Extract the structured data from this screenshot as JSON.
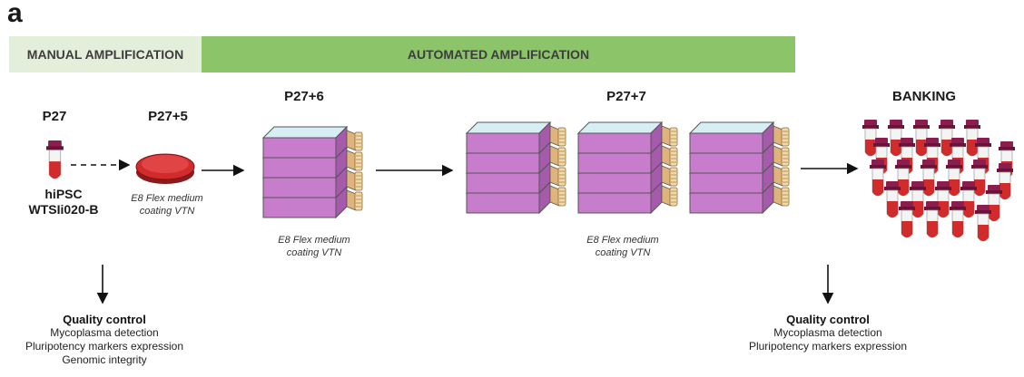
{
  "panel_letter": "a",
  "bands": {
    "manual": "MANUAL AMPLIFICATION",
    "automated": "AUTOMATED AMPLIFICATION"
  },
  "stages": {
    "p27": "P27",
    "p27_5": "P27+5",
    "p27_6": "P27+6",
    "p27_7": "P27+7",
    "banking": "BANKING"
  },
  "cell_line": {
    "line1": "hiPSC",
    "line2": "WTSIi020-B"
  },
  "medium": {
    "line1": "E8 Flex medium",
    "line2": "coating VTN"
  },
  "qc_left": {
    "title": "Quality control",
    "items": [
      "Mycoplasma detection",
      "Pluripotency markers expression",
      "Genomic integrity"
    ]
  },
  "qc_right": {
    "title": "Quality control",
    "items": [
      "Mycoplasma detection",
      "Pluripotency markers expression"
    ]
  },
  "colors": {
    "manual_band": "#e4efdb",
    "automated_band": "#8cc46a",
    "flask_body": "#c77ccc",
    "flask_cap": "#f2d9a6",
    "tube_cap": "#8b1e4f",
    "red_medium": "#d22b2b"
  }
}
